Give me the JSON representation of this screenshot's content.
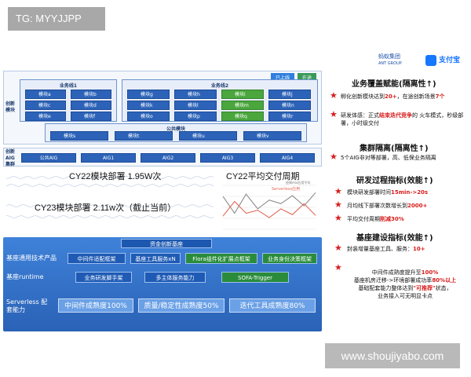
{
  "tg_badge": "TG: MYYJJPP",
  "watermark": "www.shoujiyabo.com",
  "diagram": {
    "tabs": [
      "已上线",
      "在途"
    ],
    "side_labels": {
      "innovation": "创新模块",
      "aig": "创新AIG集群"
    },
    "business_lines": [
      {
        "title": "业务线1",
        "modules": [
          "模块a",
          "模块b",
          "模块c",
          "模块d",
          "模块e",
          "模块f"
        ]
      },
      {
        "title": "业务线2",
        "modules": [
          "模块g",
          "模块h",
          "模块i",
          "模块j",
          "模块k",
          "模块l",
          "模块m",
          "模块n",
          "模块o",
          "模块p",
          "模块q",
          "模块r"
        ]
      }
    ],
    "common": {
      "title": "公共模块",
      "modules": [
        "模块s",
        "模块t",
        "模块u",
        "模块v"
      ]
    },
    "aig": [
      "公共AIG",
      "AIG1",
      "AIG2",
      "AIG3",
      "AIG4"
    ],
    "chart": {
      "cy22_deploy": "CY22模块部署 1.95W次",
      "cy23_deploy": "CY23模块部署 2.11w次（截止当前）",
      "cy22_cycle": "CY22平均交付周期",
      "legend_normal": "经典mix应用平均",
      "legend_serverless": "Serverless应用",
      "series": [
        {
          "name": "经典mix应用平均",
          "color": "#8a8a8a",
          "values": [
            4.5,
            2.2,
            4.8,
            2.8,
            4.0,
            3.5,
            4.6,
            3.2,
            5.0
          ]
        },
        {
          "name": "Serverless应用",
          "color": "#e06a5a",
          "values": [
            1.8,
            3.8,
            2.2,
            2.6,
            1.6,
            2.8,
            2.0,
            3.5,
            1.9
          ]
        }
      ]
    },
    "bottom": {
      "title": "资金创新基座",
      "rows": [
        {
          "label": "基座通用技术产品",
          "boxes": [
            "中间件适配框架",
            "基座工具服务xN",
            "Flora组件化扩展点框架",
            "业务身份决策框架"
          ]
        },
        {
          "label": "基座runtime",
          "boxes": [
            "业务研发脚手架",
            "多主体服务能力",
            "SOFA-Trigger"
          ]
        },
        {
          "label": "Serverless 配套能力",
          "boxes": [
            "中间件成熟度100%",
            "质量/稳定性成熟度50%",
            "迭代工具成熟度80%"
          ]
        }
      ]
    }
  },
  "logo": {
    "ant": "蚂蚁集团",
    "ant_sub": "ANT GROUP",
    "alipay": "支付宝"
  },
  "right": {
    "sections": [
      {
        "title": "业务覆盖赋能(隔离性↑)",
        "items": [
          {
            "pre": "孵化创新模块达到",
            "hl": "20+",
            "post": "，在途创新场景",
            "hl2": "7个",
            "post2": ""
          },
          {
            "pre": "研发体感：正式",
            "hl": "结束迭代竞争",
            "post": "的 火车模式，秒级部署，小时级交付",
            "hl2": "",
            "post2": ""
          }
        ]
      },
      {
        "title": "集群隔离(隔离性↑)",
        "items": [
          {
            "pre": "5个AIG非对等部署，高、低保业务隔离",
            "hl": "",
            "post": "",
            "hl2": "",
            "post2": ""
          }
        ]
      },
      {
        "title": "研发过程指标(效能↑)",
        "items": [
          {
            "pre": "模块研发部署时间",
            "hl": "15min->20s",
            "post": "",
            "hl2": "",
            "post2": ""
          },
          {
            "pre": "月均线下部署次数增长到",
            "hl": "2000+",
            "post": "",
            "hl2": "",
            "post2": ""
          },
          {
            "pre": "平均交付周期",
            "hl": "削减30%",
            "post": "",
            "hl2": "",
            "post2": ""
          }
        ]
      },
      {
        "title": "基座建设指标(效能↑)",
        "items": [
          {
            "pre": "封装增量基座工具、服务：",
            "hl": "10+",
            "post": "",
            "hl2": "",
            "post2": ""
          }
        ]
      }
    ],
    "last": {
      "l1_pre": "中间件成熟度提升至",
      "l1_hl": "100%",
      "l2_pre": "基座机房迁移->环境部署成功率",
      "l2_hl": "80%以上",
      "l3_pre": "基础配套能力整体达到",
      "l3_hl": "\"可推荐\"",
      "l3_post": "状态，",
      "l4": "业务接入可无明显卡点"
    }
  }
}
